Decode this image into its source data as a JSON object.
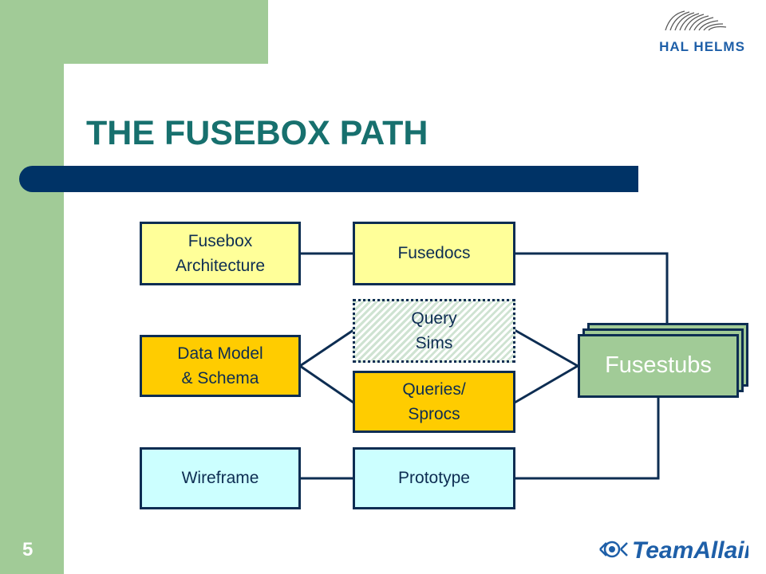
{
  "slide": {
    "title": "THE FUSEBOX PATH",
    "number": "5"
  },
  "colors": {
    "green_frame": "#a1cb97",
    "title_text": "#17706e",
    "title_bar": "#003366",
    "box_border": "#0d2d52",
    "yellow": "#ffff99",
    "gold": "#ffcc00",
    "cyan": "#ccffff"
  },
  "diagram": {
    "fusebox_architecture": "Fusebox\nArchitecture",
    "fusedocs": "Fusedocs",
    "query_sims": "Query\nSims",
    "data_model": "Data Model\n& Schema",
    "queries_sprocs": "Queries/\nSprocs",
    "fusestubs": "Fusestubs",
    "wireframe": "Wireframe",
    "prototype": "Prototype"
  },
  "logos": {
    "hal_helms": "HAL HELMS",
    "team_allaire": "TeamAllaire"
  }
}
